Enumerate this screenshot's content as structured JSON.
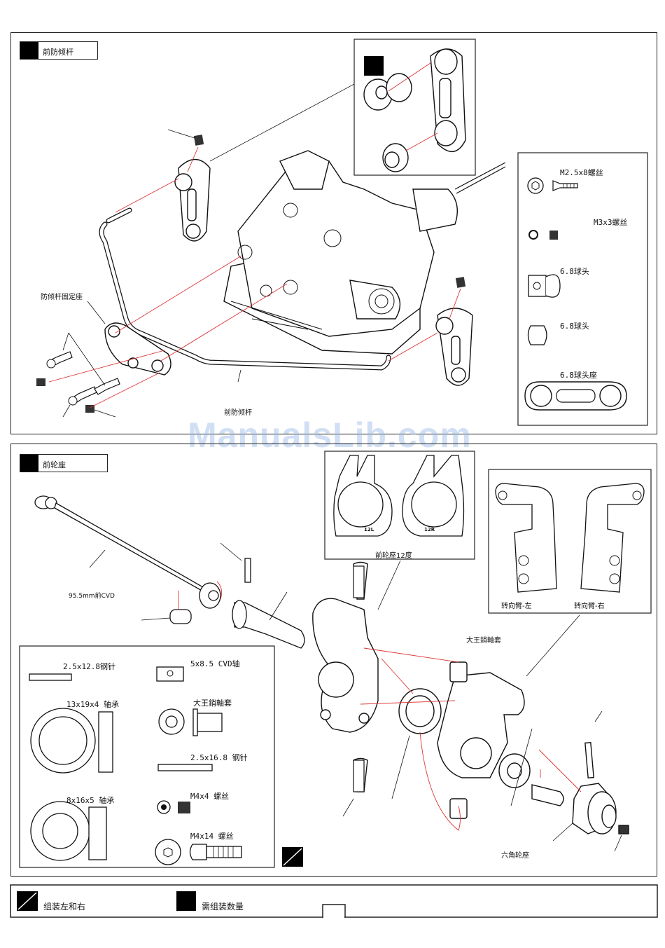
{
  "section1": {
    "title": "前防倾杆",
    "callouts": {
      "mount": "防倾杆固定座",
      "bar": "前防倾杆"
    },
    "parts": [
      {
        "label": "M2.5x8螺丝",
        "icon": "screw-flat-head-icon"
      },
      {
        "label": "M3x3螺丝",
        "icon": "set-screw-icon"
      },
      {
        "label": "6.8球头",
        "icon": "ball-stud-icon"
      },
      {
        "label": "6.8球头",
        "icon": "ball-icon"
      },
      {
        "label": "6.8球头座",
        "icon": "ball-end-link-icon"
      }
    ]
  },
  "section2": {
    "title": "前轮座",
    "callouts": {
      "cvd": "95.5mm前CVD",
      "kingpin_bushing": "大王銷軸套",
      "hex_hub": "六角轮座",
      "caster_block": "前轮座12度",
      "steering_left": "转向臂-左",
      "steering_right": "转向臂-右"
    },
    "caster_marks": [
      "12L",
      "12R"
    ],
    "parts": [
      {
        "label": "2.5x12.8钢针",
        "icon": "pin-icon"
      },
      {
        "label": "5x8.5 CVD轴",
        "icon": "cvd-pin-icon"
      },
      {
        "label": "13x19x4 轴承",
        "icon": "bearing-large-icon"
      },
      {
        "label": "大王銷軸套",
        "icon": "kingpin-bushing-icon"
      },
      {
        "label": "2.5x16.8 钢针",
        "icon": "pin-long-icon"
      },
      {
        "label": "8x16x5 轴承",
        "icon": "bearing-small-icon"
      },
      {
        "label": "M4x4 螺丝",
        "icon": "set-screw-icon"
      },
      {
        "label": "M4x14 螺丝",
        "icon": "button-head-screw-icon"
      }
    ]
  },
  "legend": {
    "both_sides": "组装左和右",
    "quantity": "需组装数量"
  },
  "watermark": "ManualsLib.com"
}
